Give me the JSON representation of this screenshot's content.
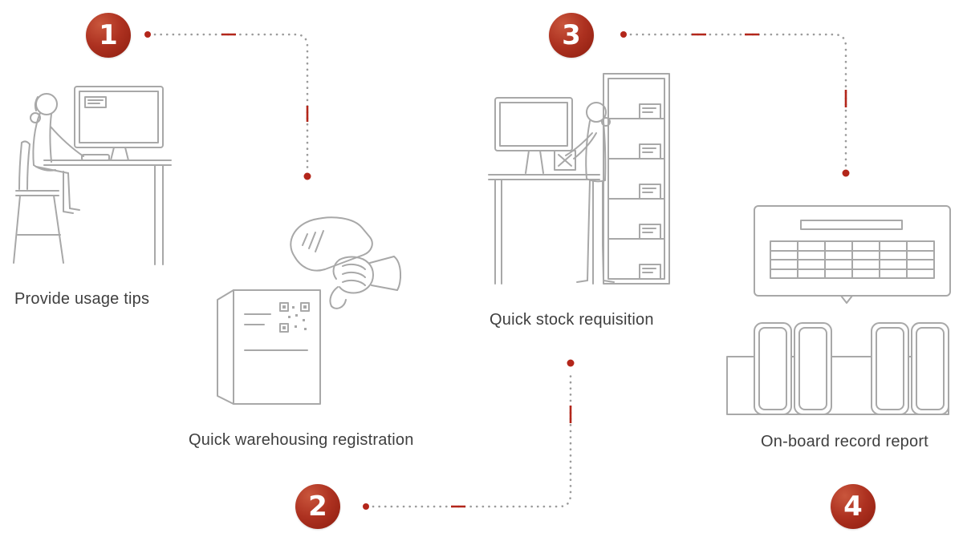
{
  "steps": [
    {
      "number": "1",
      "label": "Provide usage tips",
      "illustration": "person-at-computer-icon"
    },
    {
      "number": "2",
      "label": "Quick warehousing registration",
      "illustration": "hand-scanner-box-icon"
    },
    {
      "number": "3",
      "label": "Quick stock requisition",
      "illustration": "person-at-stock-shelf-icon"
    },
    {
      "number": "4",
      "label": "On-board record report",
      "illustration": "onboard-report-screen-icon"
    }
  ],
  "colors": {
    "accent_red": "#b3261a",
    "badge_gradient_start": "#c9563c",
    "badge_gradient_end": "#8c1c0e",
    "connector_gray": "#9b9b9b",
    "illustration_gray": "#a8a8a8",
    "label_text": "#3f3f3f"
  }
}
